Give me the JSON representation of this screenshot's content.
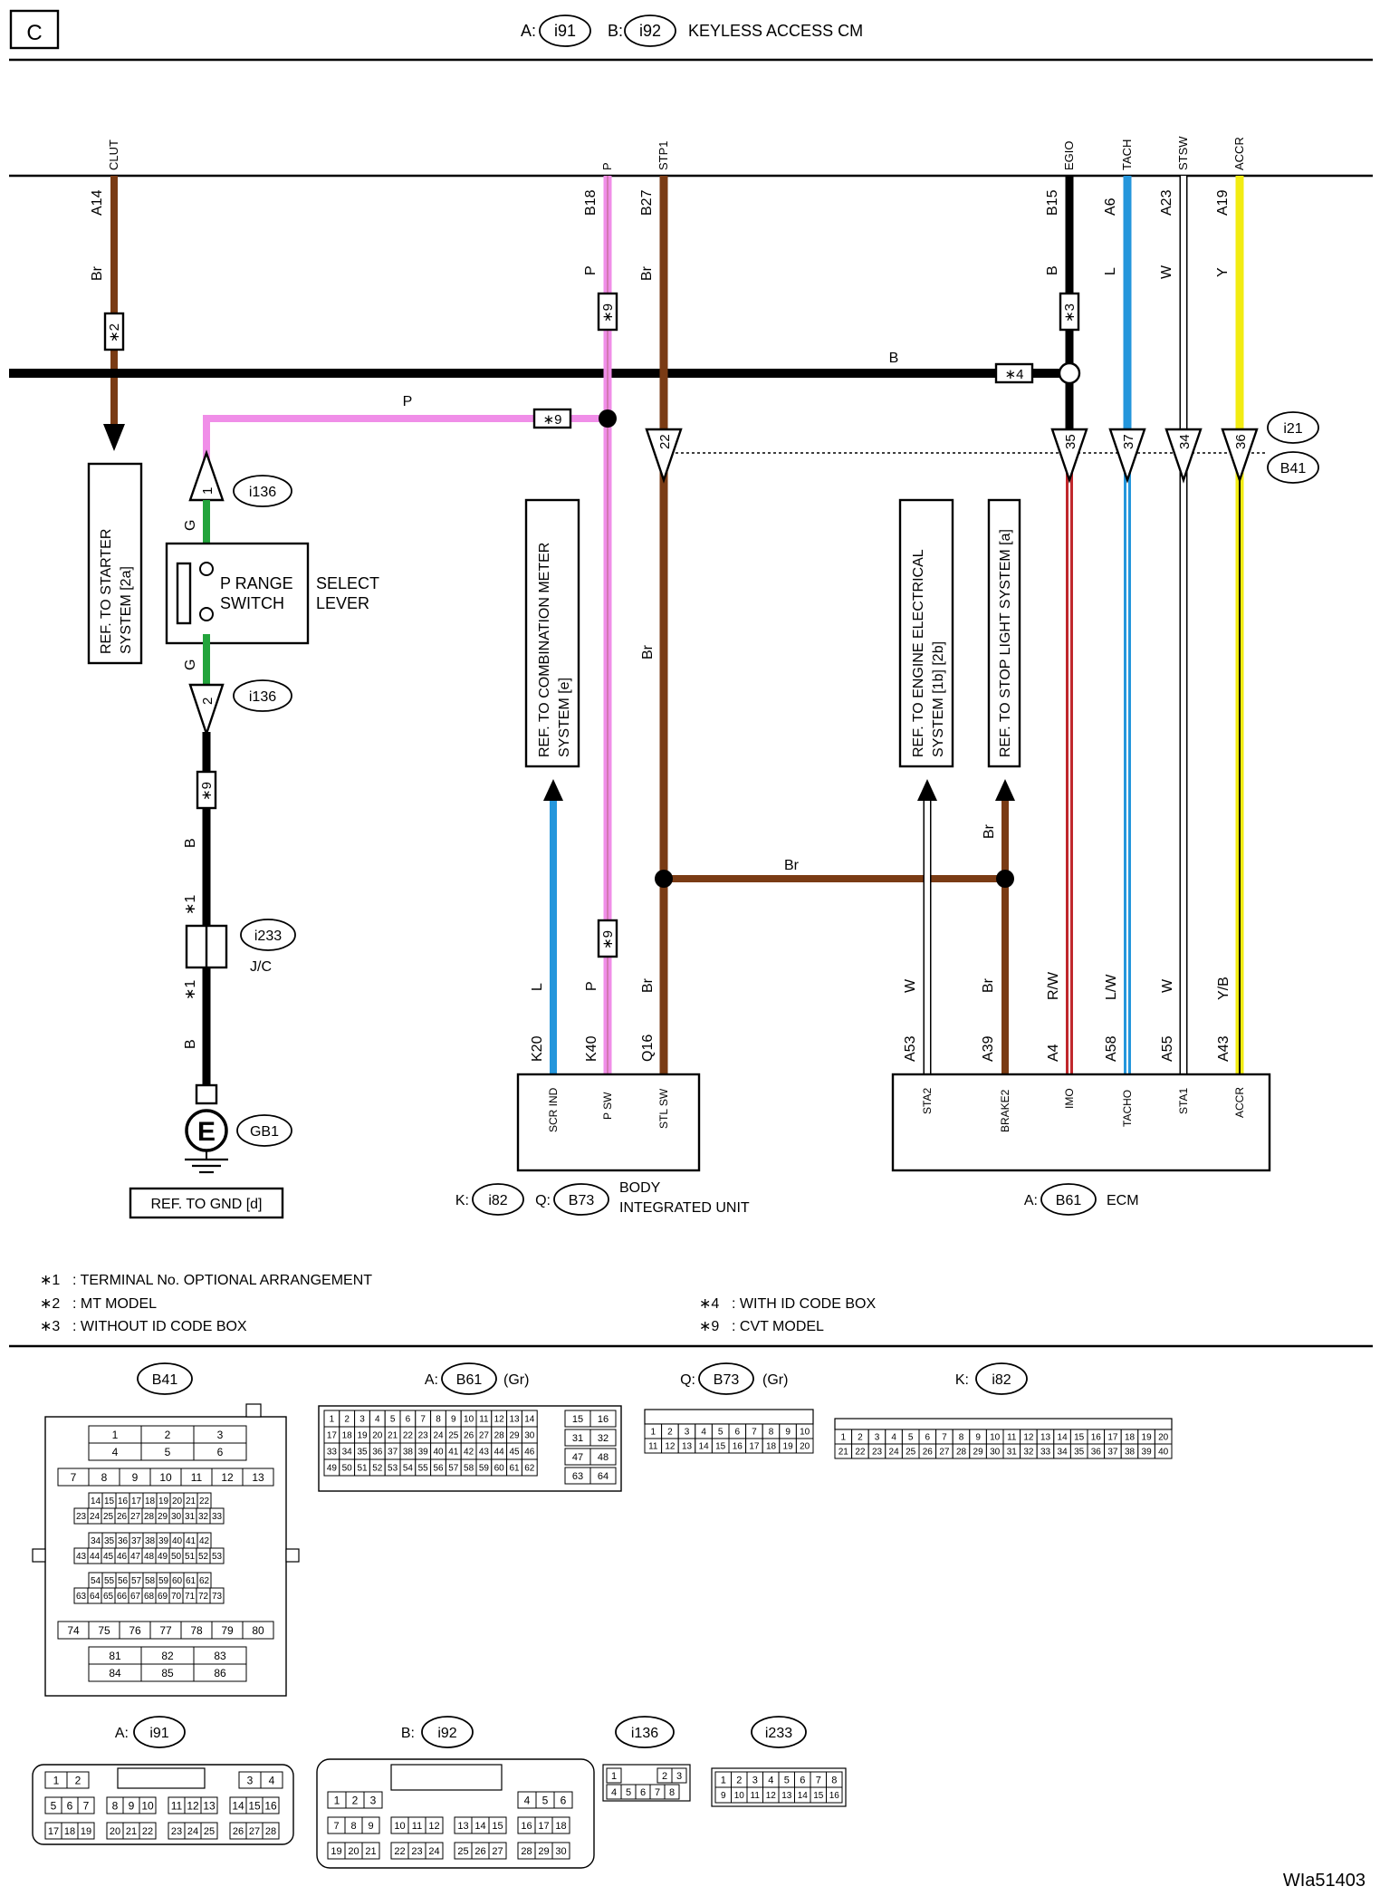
{
  "header": {
    "section_letter": "C",
    "a_prefix": "A:",
    "a_connector": "i91",
    "b_prefix": "B:",
    "b_connector": "i92",
    "unit_name": "KEYLESS ACCESS CM"
  },
  "terminals": [
    {
      "label": "CLUT",
      "pin": "A14",
      "color": "Br"
    },
    {
      "label": "P",
      "pin": "B18",
      "color": "P"
    },
    {
      "label": "STP1",
      "pin": "B27",
      "color": "Br"
    },
    {
      "label": "EGIO",
      "pin": "B15",
      "color": "B"
    },
    {
      "label": "TACH",
      "pin": "A6",
      "color": "L"
    },
    {
      "label": "STSW",
      "pin": "A23",
      "color": "W"
    },
    {
      "label": "ACCR",
      "pin": "A19",
      "color": "Y"
    }
  ],
  "wires": {
    "ground_bus": "B",
    "p_horizontal": "P",
    "br_horizontal": "Br",
    "br_vertical": "Br",
    "br_brake_stub": "Br",
    "g_upper": "G",
    "g_lower": "G",
    "b_upper": "B",
    "b_lower": "B"
  },
  "notes_marks": {
    "m1_top": "∗1",
    "m1_bottom": "∗1",
    "m2": "∗2",
    "m3": "∗3",
    "m4": "∗4",
    "m9_a": "∗9",
    "m9_b": "∗9",
    "m9_c": "∗9",
    "m9_d": "∗9"
  },
  "connectors_inline": {
    "i21": "i21",
    "b41": "B41",
    "pins_i21": [
      "22",
      "35",
      "37",
      "34",
      "36"
    ],
    "i136_pin1": "1",
    "i136_pin2": "2",
    "i136_top": "i136",
    "i136_bottom": "i136",
    "i233": "i233",
    "jc": "J/C",
    "gb1": "GB1",
    "ground_letter": "E"
  },
  "refs": {
    "starter": [
      "REF. TO STARTER",
      "SYSTEM [2a]"
    ],
    "meter": [
      "REF. TO COMBINATION METER",
      "SYSTEM [e]"
    ],
    "engine": [
      "REF. TO ENGINE ELECTRICAL",
      "SYSTEM [1b] [2b]"
    ],
    "stop": [
      "REF. TO STOP LIGHT SYSTEM [a]"
    ],
    "gnd": "REF. TO GND [d]"
  },
  "switch": {
    "line1": "P RANGE",
    "line2": "SWITCH",
    "lever1": "SELECT",
    "lever2": "LEVER"
  },
  "biu": {
    "wires": [
      {
        "color": "L",
        "pin": "K20",
        "name": "SCR IND"
      },
      {
        "color": "P",
        "pin": "K40",
        "name": "P SW"
      },
      {
        "color": "Br",
        "pin": "Q16",
        "name": "STL SW"
      }
    ],
    "k_prefix": "K:",
    "k_conn": "i82",
    "q_prefix": "Q:",
    "q_conn": "B73",
    "name1": "BODY",
    "name2": "INTEGRATED UNIT"
  },
  "ecm": {
    "wires": [
      {
        "color": "W",
        "pin": "A53",
        "name": "STA2"
      },
      {
        "color": "Br",
        "pin": "A39",
        "name": "BRAKE2"
      },
      {
        "color": "R/W",
        "pin": "A4",
        "name": "IMO"
      },
      {
        "color": "L/W",
        "pin": "A58",
        "name": "TACHO"
      },
      {
        "color": "W",
        "pin": "A55",
        "name": "STA1"
      },
      {
        "color": "Y/B",
        "pin": "A43",
        "name": "ACCR"
      }
    ],
    "a_prefix": "A:",
    "a_conn": "B61",
    "name": "ECM"
  },
  "notes": [
    {
      "mark": "∗1",
      "text": ": TERMINAL No. OPTIONAL ARRANGEMENT"
    },
    {
      "mark": "∗2",
      "text": ": MT MODEL"
    },
    {
      "mark": "∗3",
      "text": ": WITHOUT ID CODE BOX"
    },
    {
      "mark": "∗4",
      "text": ": WITH ID CODE BOX"
    },
    {
      "mark": "∗9",
      "text": ": CVT MODEL"
    }
  ],
  "connector_views": {
    "b41": {
      "label": "B41"
    },
    "b61": {
      "prefix": "A:",
      "label": "B61",
      "suffix": "(Gr)"
    },
    "b73": {
      "prefix": "Q:",
      "label": "B73",
      "suffix": "(Gr)"
    },
    "i82": {
      "prefix": "K:",
      "label": "i82"
    },
    "i91": {
      "prefix": "A:",
      "label": "i91"
    },
    "i92": {
      "prefix": "B:",
      "label": "i92"
    },
    "i136": {
      "label": "i136"
    },
    "i233": {
      "label": "i233"
    }
  },
  "figure_id": "WIa51403",
  "colors": {
    "brown": "#7a3b14",
    "pink": "#f08ee8",
    "blue": "#2496dc",
    "green": "#23a43c",
    "yellow": "#f2ec12",
    "red": "#c0282c",
    "black": "#000000"
  }
}
